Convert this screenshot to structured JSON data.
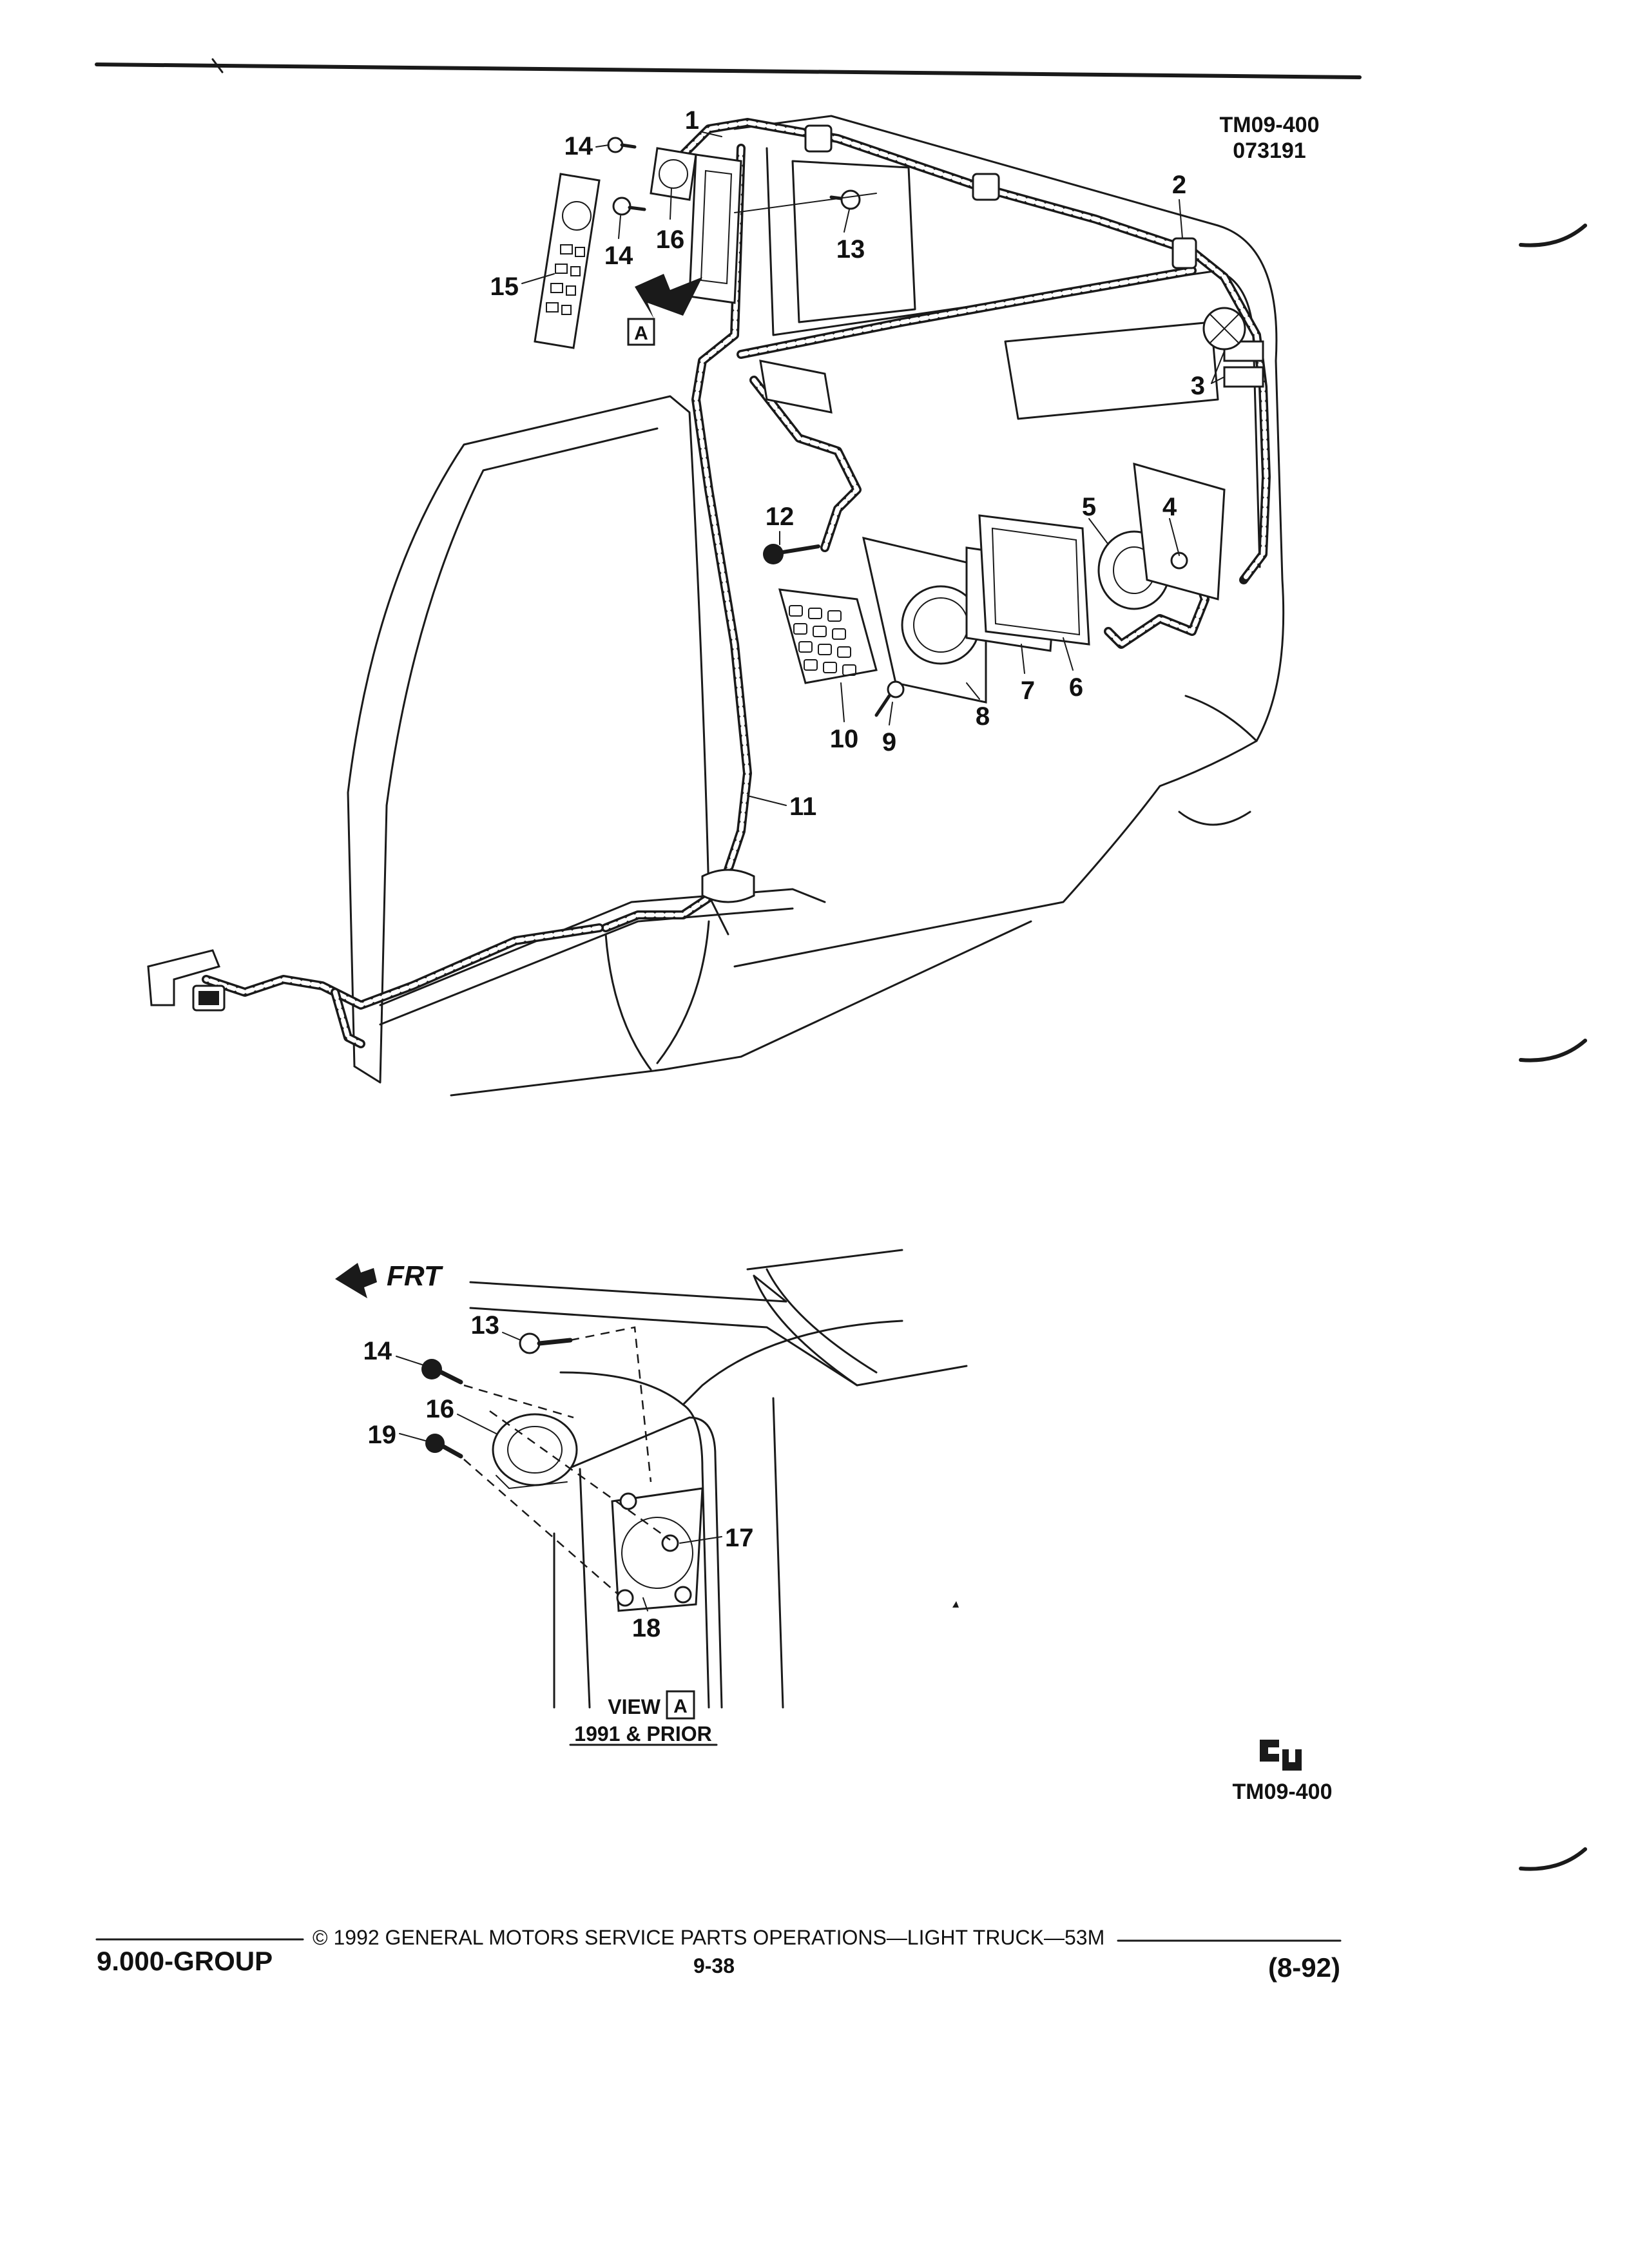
{
  "header": {
    "ref_code": "TM09-400",
    "ref_date": "073191"
  },
  "main_view": {
    "callouts": [
      "1",
      "2",
      "3",
      "4",
      "5",
      "6",
      "7",
      "8",
      "9",
      "10",
      "11",
      "12",
      "13",
      "14",
      "14",
      "15",
      "16"
    ],
    "view_marker": "A"
  },
  "detail_view": {
    "direction_label": "FRT",
    "callouts": [
      "13",
      "14",
      "16",
      "19",
      "17",
      "18"
    ],
    "view_label": "VIEW",
    "view_marker": "A",
    "applicability": "1991 & PRIOR"
  },
  "logo": {
    "ref_code": "TM09-400",
    "mark": "GM service parts logo"
  },
  "footer": {
    "group": "9.000-GROUP",
    "copyright": "© 1992 GENERAL MOTORS SERVICE PARTS OPERATIONS—LIGHT TRUCK—53M",
    "page": "9-38",
    "date_code": "(8-92)"
  }
}
